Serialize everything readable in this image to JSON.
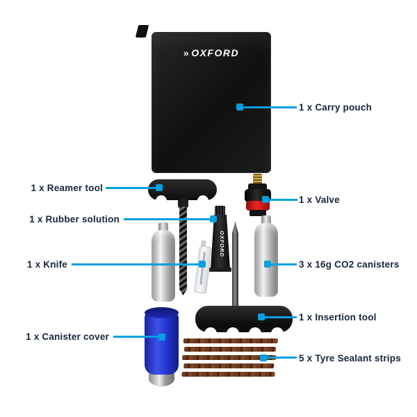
{
  "brand": {
    "logo_chevrons": "»",
    "logo_text": "OXFORD",
    "accent": "#00a0e1",
    "label_color": "#16243d",
    "cover_blue": "#2336d0",
    "strip_brown": "#6e3a1e",
    "valve_red": "#e02020"
  },
  "labels": {
    "carry_pouch": "1 x Carry pouch",
    "reamer_tool": "1 x Reamer tool",
    "valve": "1 x Valve",
    "rubber_solution": "1 x Rubber solution",
    "knife": "1 x Knife",
    "co2_canisters": "3 x 16g CO2 canisters",
    "insertion_tool": "1 x Insertion tool",
    "canister_cover": "1 x Canister cover",
    "sealant_strips": "5 x Tyre Sealant strips"
  },
  "tube": {
    "logo_text": "OXFORD"
  }
}
